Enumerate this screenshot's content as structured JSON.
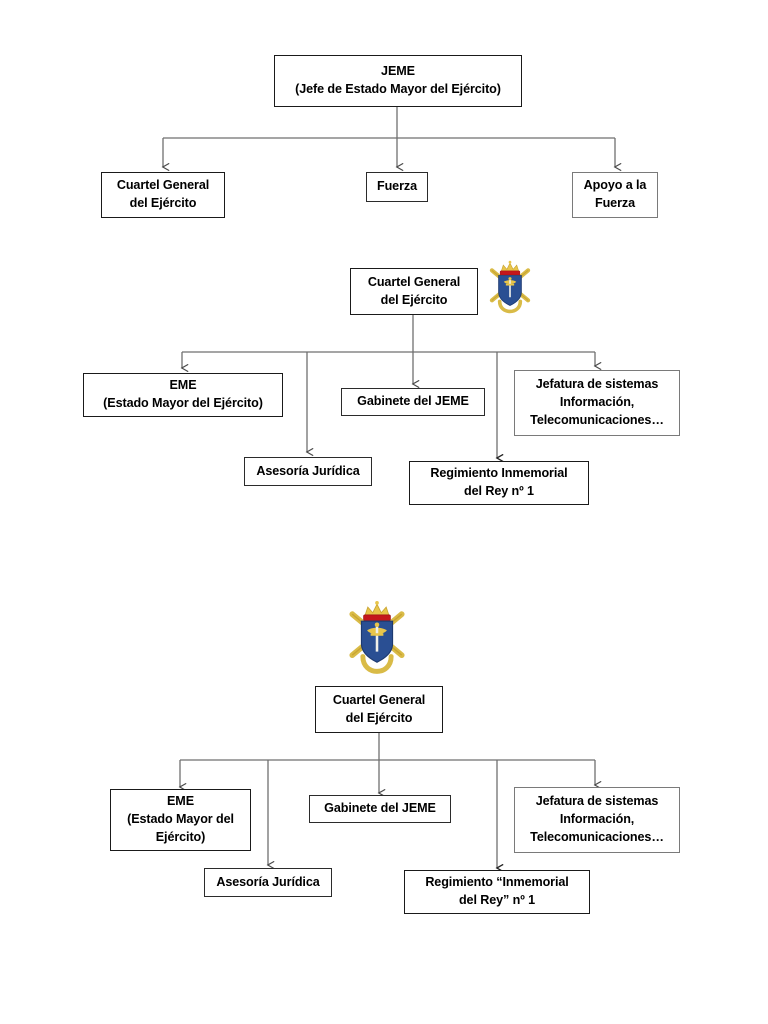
{
  "document": {
    "title": "Organigrama del Ejercito de Tierra",
    "background_color": "#ffffff",
    "text_color": "#000000",
    "box_border_color": "#1a1a1a"
  },
  "emblem": {
    "name": "escudo-ejercito-de-tierra",
    "description": "Escudo del Ejercito de Tierra: corona real roja y dorada sobre escudo azul con espada y leon, y canones dorados cruzados",
    "colors": {
      "shield": "#2a4f93",
      "crown_red": "#c4161c",
      "gold": "#e8c54a",
      "gold_dark": "#c9a432",
      "white": "#f2f2f0"
    }
  },
  "chart1": {
    "name": "organigrama-jeme",
    "root": {
      "label_lines": [
        "JEME",
        "(Jefe de Estado Mayor del Ejército)"
      ]
    },
    "children": [
      {
        "label_lines": [
          "Cuartel General",
          "del Ejército"
        ]
      },
      {
        "label_lines": [
          "Fuerza"
        ]
      },
      {
        "label_lines": [
          "Apoyo a la",
          "Fuerza"
        ]
      }
    ]
  },
  "chart2": {
    "name": "organigrama-cuartel-general-v1",
    "root": {
      "label_lines": [
        "Cuartel General",
        "del Ejército"
      ],
      "has_emblem": true,
      "emblem_position": "right"
    },
    "children": [
      {
        "label_lines": [
          "EME",
          "(Estado Mayor del Ejército)"
        ]
      },
      {
        "label_lines": [
          "Asesoría Jurídica"
        ]
      },
      {
        "label_lines": [
          "Gabinete del JEME"
        ]
      },
      {
        "label_lines": [
          "Regimiento Inmemorial",
          "del Rey nº 1"
        ]
      },
      {
        "label_lines": [
          "Jefatura de sistemas",
          "Información,",
          "Telecomunicaciones…"
        ]
      }
    ]
  },
  "chart3": {
    "name": "organigrama-cuartel-general-v2",
    "root": {
      "label_lines": [
        "Cuartel General",
        "del Ejército"
      ],
      "has_emblem": true,
      "emblem_position": "above"
    },
    "children": [
      {
        "label_lines": [
          "EME",
          "(Estado Mayor del",
          "Ejército)"
        ]
      },
      {
        "label_lines": [
          "Asesoría Jurídica"
        ]
      },
      {
        "label_lines": [
          "Gabinete del JEME"
        ]
      },
      {
        "label_lines": [
          "Regimiento “Inmemorial",
          "del Rey” nº 1"
        ]
      },
      {
        "label_lines": [
          "Jefatura de sistemas",
          "Información,",
          "Telecomunicaciones…"
        ]
      }
    ]
  }
}
